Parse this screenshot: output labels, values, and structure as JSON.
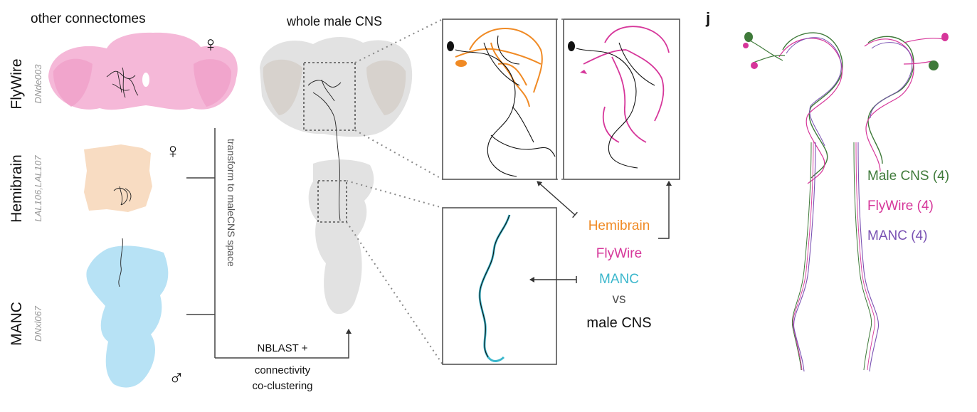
{
  "panel_left": {
    "header_other": "other connectomes",
    "header_male": "whole male CNS",
    "datasets": [
      {
        "name": "FlyWire",
        "cell_type": "DNde003",
        "sex_symbol": "♀"
      },
      {
        "name": "Hemibrain",
        "cell_type": "LAL106,LAL107",
        "sex_symbol": "♀"
      },
      {
        "name": "MANC",
        "cell_type": "DNxl067",
        "sex_symbol": "♂"
      }
    ],
    "transform_label": "transform to maleCNS space",
    "method_line1": "NBLAST +",
    "method_line2": "connectivity",
    "method_line3": "co-clustering",
    "comparison": {
      "hemibrain": "Hemibrain",
      "flywire": "FlyWire",
      "manc": "MANC",
      "vs": "vs",
      "male_cns": "male CNS"
    },
    "colors": {
      "flywire_mesh": "#f5b8d8",
      "hemibrain_mesh": "#f8dcc2",
      "manc_mesh": "#b7e2f5",
      "male_cns_mesh": "#d9d9d9",
      "hemibrain": "#f08a24",
      "flywire": "#d6369a",
      "manc": "#3bb7cc",
      "male_cns": "#111111"
    }
  },
  "panel_j": {
    "panel_label": "j",
    "legend": [
      {
        "label": "Male CNS (4)",
        "color": "#3f7a3a"
      },
      {
        "label": "FlyWire (4)",
        "color": "#d6369a"
      },
      {
        "label": "MANC (4)",
        "color": "#7a52b3"
      }
    ]
  }
}
